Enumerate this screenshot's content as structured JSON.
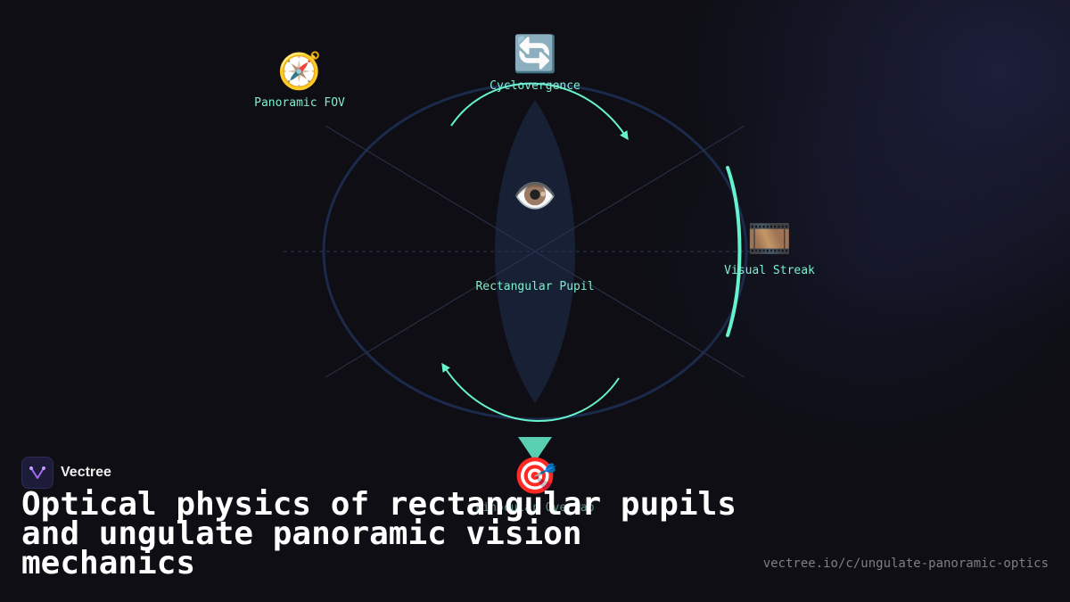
{
  "diagram": {
    "center": {
      "label": "Rectangular Pupil",
      "icon": "eye-icon",
      "glyph": "👁️"
    },
    "nodes": [
      {
        "id": "panoramic-fov",
        "label": "Panoramic FOV",
        "icon": "compass-icon",
        "glyph": "🧭"
      },
      {
        "id": "cyclovergence",
        "label": "Cyclovergence",
        "icon": "rotation-arrows-icon",
        "glyph": "🔄"
      },
      {
        "id": "visual-streak",
        "label": "Visual Streak",
        "icon": "film-strip-icon",
        "glyph": "🎞️"
      },
      {
        "id": "binocular-overlap",
        "label": "Binocular Overlap",
        "icon": "target-icon",
        "glyph": "🎯"
      }
    ],
    "colors": {
      "accent": "#66f2cc",
      "ellipse": "#1b2a4a",
      "pupil": "#182238"
    }
  },
  "brand": {
    "name": "Vectree",
    "logo_icon": "vectree-logo-icon"
  },
  "title": "Optical physics of rectangular pupils and ungulate panoramic vision mechanics",
  "url": "vectree.io/c/ungulate-panoramic-optics"
}
